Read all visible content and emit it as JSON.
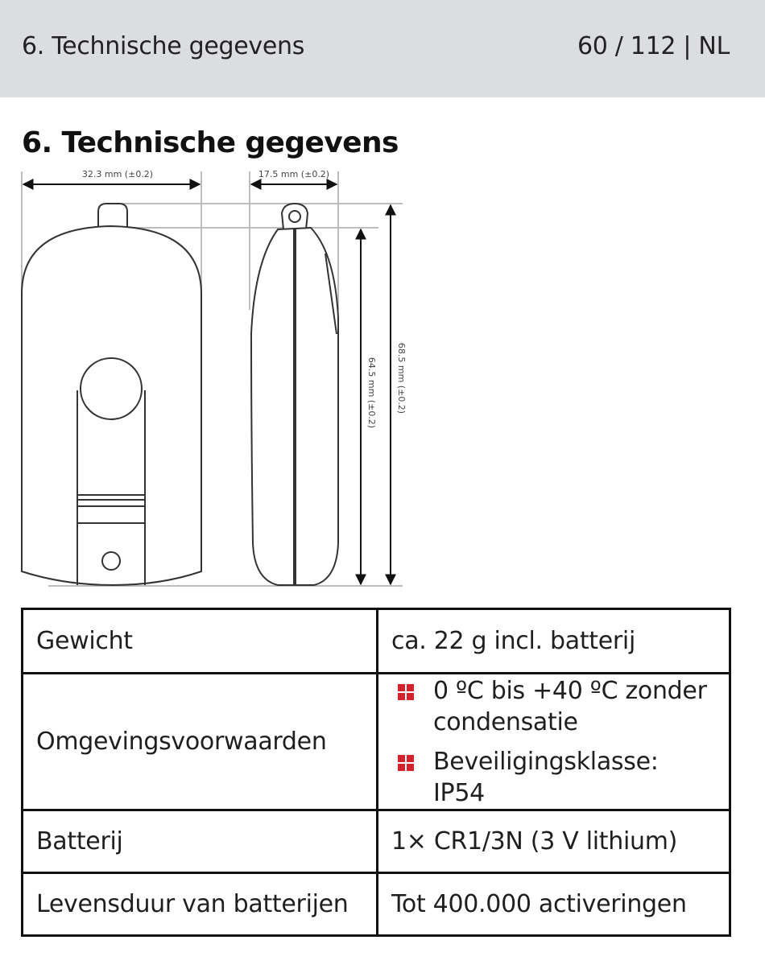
{
  "header": {
    "title": "6. Technische gegevens",
    "page_indicator": "60 / 112 | NL"
  },
  "section": {
    "heading": "6. Technische gegevens"
  },
  "drawing": {
    "width_label": "32.3 mm (±0.2)",
    "depth_label": "17.5 mm (±0.2)",
    "body_height_label": "64.5 mm (±0.2)",
    "total_height_label": "68.5 mm (±0.2)"
  },
  "specs": {
    "rows": [
      {
        "label": "Gewicht",
        "value": "ca. 22 g incl. batterij"
      },
      {
        "label": "Omgevingsvoorwaarden",
        "bullets": [
          "0 ºC bis +40 ºC zonder condensatie",
          "Beveiligingsklasse: IP54"
        ]
      },
      {
        "label": "Batterij",
        "value": "1× CR1/3N (3 V lithium)"
      },
      {
        "label": "Levensduur van batterijen",
        "value": "Tot 400.000 activeringen"
      }
    ]
  },
  "colors": {
    "header_bg": "#dcdde0",
    "bullet_accent": "#d2222d"
  }
}
